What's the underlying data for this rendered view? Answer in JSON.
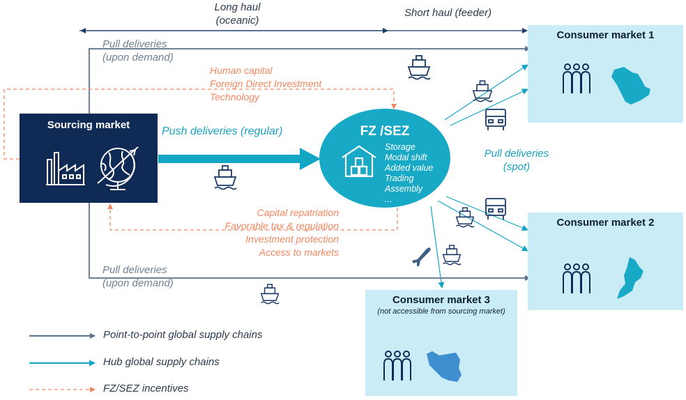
{
  "header": {
    "long_haul": "Long haul",
    "long_haul_sub": "(oceanic)",
    "short_haul": "Short haul (feeder)"
  },
  "sourcing": {
    "title": "Sourcing market"
  },
  "hub": {
    "title": "FZ /SEZ",
    "functions": [
      "Storage",
      "Modal shift",
      "Added value",
      "Trading",
      "Assembly",
      "..."
    ]
  },
  "flows": {
    "pull_top": [
      "Pull deliveries",
      "(upon demand)"
    ],
    "pull_bottom": [
      "Pull deliveries",
      "(upon demand)"
    ],
    "push": "Push deliveries  (regular)",
    "pull_spot": [
      "Pull deliveries",
      "(spot)"
    ]
  },
  "incentives_in": [
    "Human capital",
    "Foreign Direct Investment",
    "Technology"
  ],
  "incentives_out": [
    "Capital repatriation",
    "Favorable tax & regulation",
    "Investment protection",
    "Access to markets"
  ],
  "markets": {
    "m1": {
      "title": "Consumer market 1"
    },
    "m2": {
      "title": "Consumer market 2"
    },
    "m3": {
      "title": "Consumer market 3",
      "note": "(not accessible from sourcing market)"
    }
  },
  "legend": [
    {
      "label": "Point-to-point global supply chains",
      "color": "#5b7189"
    },
    {
      "label": "Hub global supply chains",
      "color": "#13a5c4"
    },
    {
      "label": "FZ/SEZ incentives",
      "color": "#f0875f"
    }
  ],
  "colors": {
    "navy": "#0f2a55",
    "hub": "#17a9c6",
    "market_bg": "#c9ecf7",
    "gray_line": "#6d8196",
    "orange": "#f0875f",
    "teal_text": "#19a2c2",
    "gray_text": "#6f8196"
  },
  "icons": [
    "factory-icon",
    "globe-icon",
    "warehouse-icon",
    "people-icon",
    "ship-icon",
    "truck-icon",
    "airplane-icon",
    "map-saudi-icon",
    "map-oman-icon",
    "map-iran-icon"
  ]
}
